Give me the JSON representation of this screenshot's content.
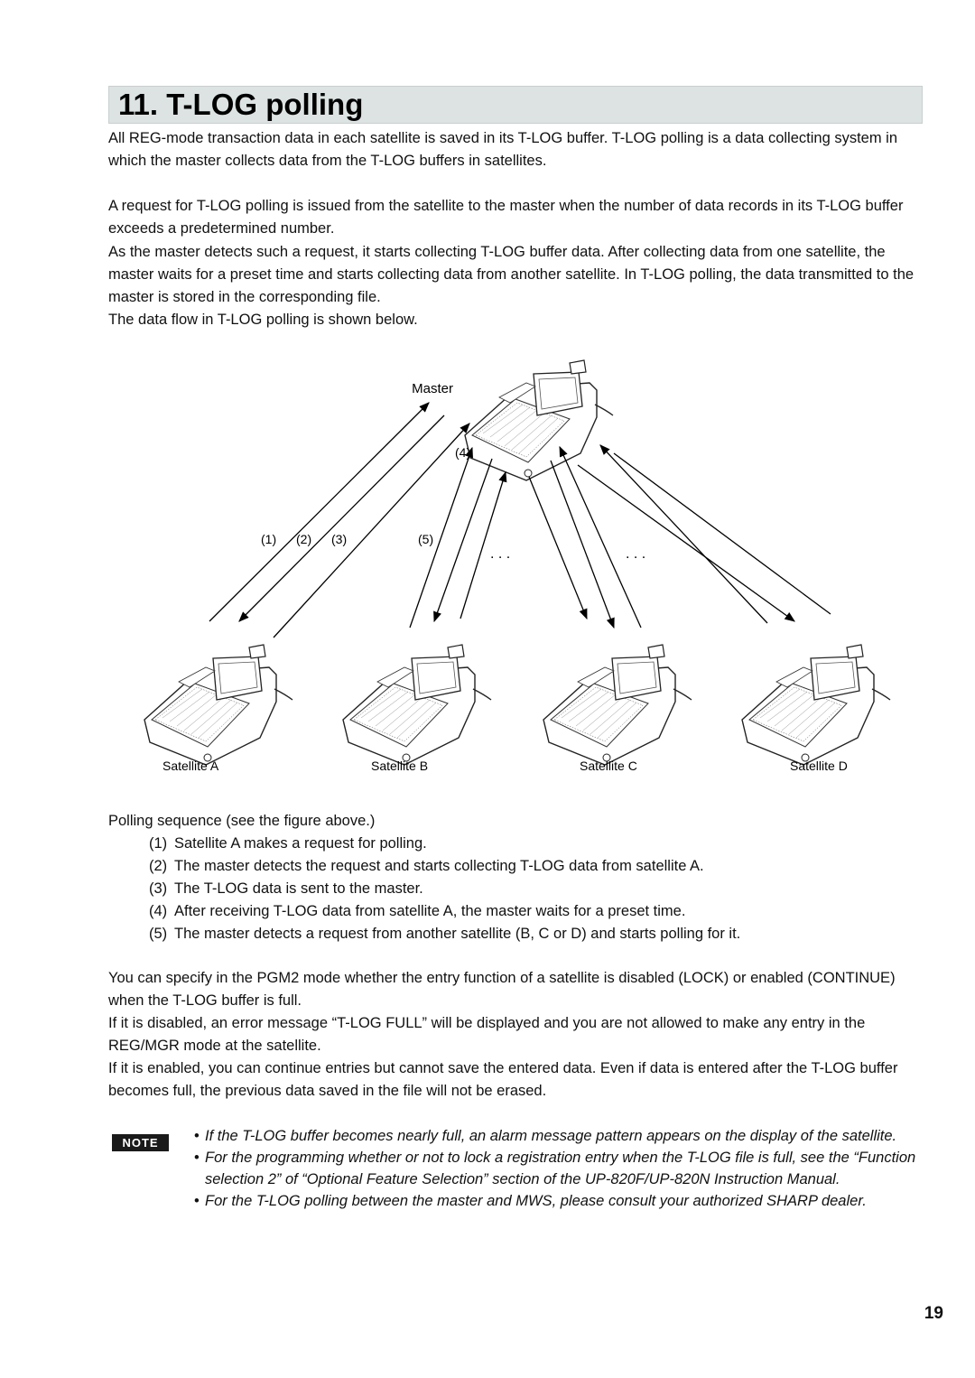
{
  "title": "11. T-LOG polling",
  "paragraphs": [
    "All REG-mode transaction data in each satellite is saved in its T-LOG buffer. T-LOG polling is a data collecting system in which the master collects data from the T-LOG buffers in satellites.",
    "A request for T-LOG polling is issued from the satellite to the master when the number of data records in its T-LOG buffer exceeds a predetermined number.",
    "As the master detects such a request, it starts collecting T-LOG buffer data. After collecting data from one satellite, the master waits for a preset time and starts collecting data from another satellite. In T-LOG polling, the data transmitted to the master is stored in the corresponding file.",
    "The data flow in T-LOG polling is shown below."
  ],
  "diagram": {
    "master_label": "Master",
    "satellite_labels": [
      "Satellite A",
      "Satellite B",
      "Satellite C",
      "Satellite D"
    ],
    "step_markers": [
      "(1)",
      "(2)",
      "(3)",
      "(4)",
      "(5)"
    ],
    "ellipsis": ". . ."
  },
  "sequence": {
    "intro": "Polling sequence (see the figure above.)",
    "steps": [
      {
        "num": "(1)",
        "text": "Satellite A makes a request for polling."
      },
      {
        "num": "(2)",
        "text": "The master detects the request and starts collecting T-LOG data from satellite A."
      },
      {
        "num": "(3)",
        "text": "The T-LOG data is sent to the master."
      },
      {
        "num": "(4)",
        "text": "After receiving T-LOG data from satellite A, the master waits for a preset time."
      },
      {
        "num": "(5)",
        "text": "The master detects a request from another satellite (B, C or D) and starts polling for it."
      }
    ]
  },
  "paragraphs2": [
    "You can specify in the PGM2 mode whether the entry function of a satellite is disabled (LOCK) or enabled (CONTINUE) when the T-LOG buffer is full.",
    "If it is disabled, an error message “T-LOG FULL” will be displayed and you are not allowed to make any entry in the REG/MGR mode at the satellite.",
    "If it is enabled, you can continue entries but cannot save the entered data. Even if data is entered after the T-LOG buffer becomes full, the previous data saved in the file will not be erased."
  ],
  "note": {
    "label": "NOTE",
    "bullet": "•",
    "items": [
      "If the T-LOG buffer becomes nearly full, an alarm message pattern appears on the display of the satellite.",
      "For the programming whether or not to lock a registration entry when the T-LOG file is full, see the “Function selection 2” of “Optional Feature Selection” section of the UP-820F/UP-820N Instruction Manual.",
      "For the T-LOG polling between the master and MWS, please consult your authorized SHARP dealer."
    ]
  },
  "page_number": "19"
}
